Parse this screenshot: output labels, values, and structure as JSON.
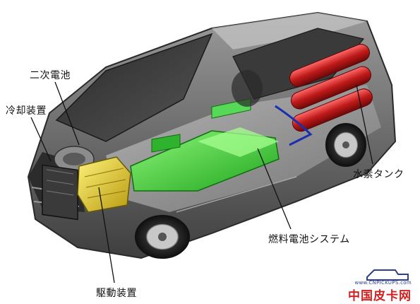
{
  "diagram": {
    "labels": {
      "secondary_battery": "二次電池",
      "cooling_device": "冷却装置",
      "drive_device": "駆動装置",
      "fuel_cell_system": "燃料電池システム",
      "hydrogen_tank": "水素タンク"
    },
    "colors": {
      "fuel_cell": "#3bd13b",
      "hydrogen_tanks": "#b81818",
      "drive_unit": "#e8d020",
      "body": "#6e6e6e"
    }
  },
  "watermark": {
    "url": "www.CNPICKUPS.com",
    "site_name": "中国皮卡网"
  }
}
